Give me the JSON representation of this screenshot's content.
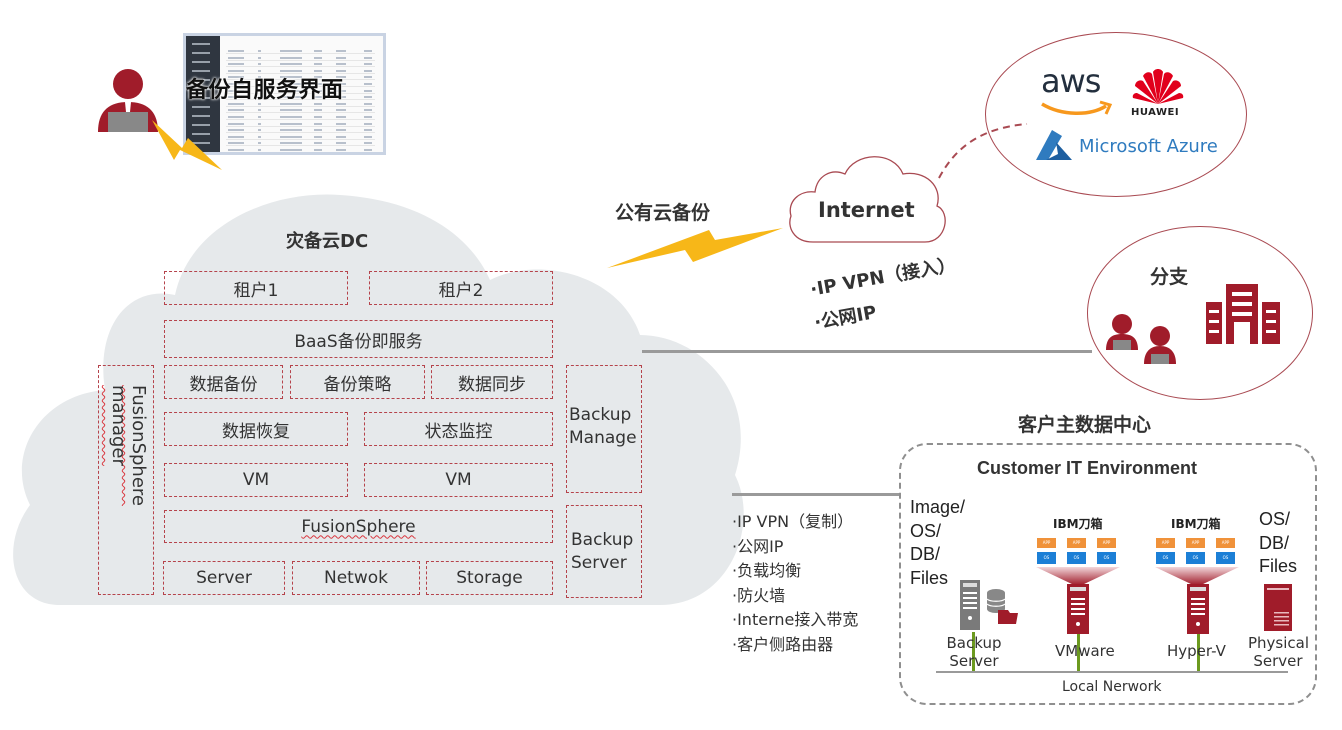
{
  "self_service": {
    "title": "备份自服务界面"
  },
  "dr_cloud": {
    "title": "灾备云DC",
    "tenants": [
      "租户1",
      "租户2"
    ],
    "baas": "BaaS备份即服务",
    "functions_row1": [
      "数据备份",
      "备份策略",
      "数据同步"
    ],
    "functions_row2": [
      "数据恢复",
      "状态监控"
    ],
    "vms": [
      "VM",
      "VM"
    ],
    "platform": "FusionSphere",
    "infrastructure": [
      "Server",
      "Netwok",
      "Storage"
    ],
    "left_column": "FusionSphere manager",
    "right_top": "Backup Manage",
    "right_bottom": "Backup Server"
  },
  "public_cloud": {
    "label": "公有云备份",
    "internet": "Internet",
    "providers": [
      "aws",
      "HUAWEI",
      "Microsoft Azure"
    ]
  },
  "branch": {
    "title": "分支",
    "access": [
      "·IP VPN（接入）",
      "·公网IP"
    ]
  },
  "replication_links": {
    "items": [
      "·IP VPN（复制）",
      "·公网IP",
      "·负载均衡",
      "·防火墙",
      "·Interne接入带宽",
      "·客户侧路由器"
    ]
  },
  "customer_dc": {
    "title": "客户主数据中心",
    "env_title": "Customer IT Environment",
    "left_label": [
      "Image/",
      "OS/",
      "DB/",
      "Files"
    ],
    "right_label": [
      "OS/",
      "DB/",
      "Files"
    ],
    "blade_label": "IBM刀箱",
    "app_label": "APP",
    "os_label": "OS",
    "servers": [
      {
        "name": "Backup Server"
      },
      {
        "name": "VMware"
      },
      {
        "name": "Hyper-V"
      },
      {
        "name": "Physical Server"
      }
    ],
    "network": "Local Nerwork"
  },
  "colors": {
    "brand_red": "#a01c2a",
    "dashed_red": "#b5434b",
    "cloud_gray": "#e6e9eb",
    "bolt_yellow": "#f7b718",
    "aws_orange": "#f7981d",
    "azure_blue": "#2f7bbf",
    "huawei_red": "#e1001c"
  }
}
